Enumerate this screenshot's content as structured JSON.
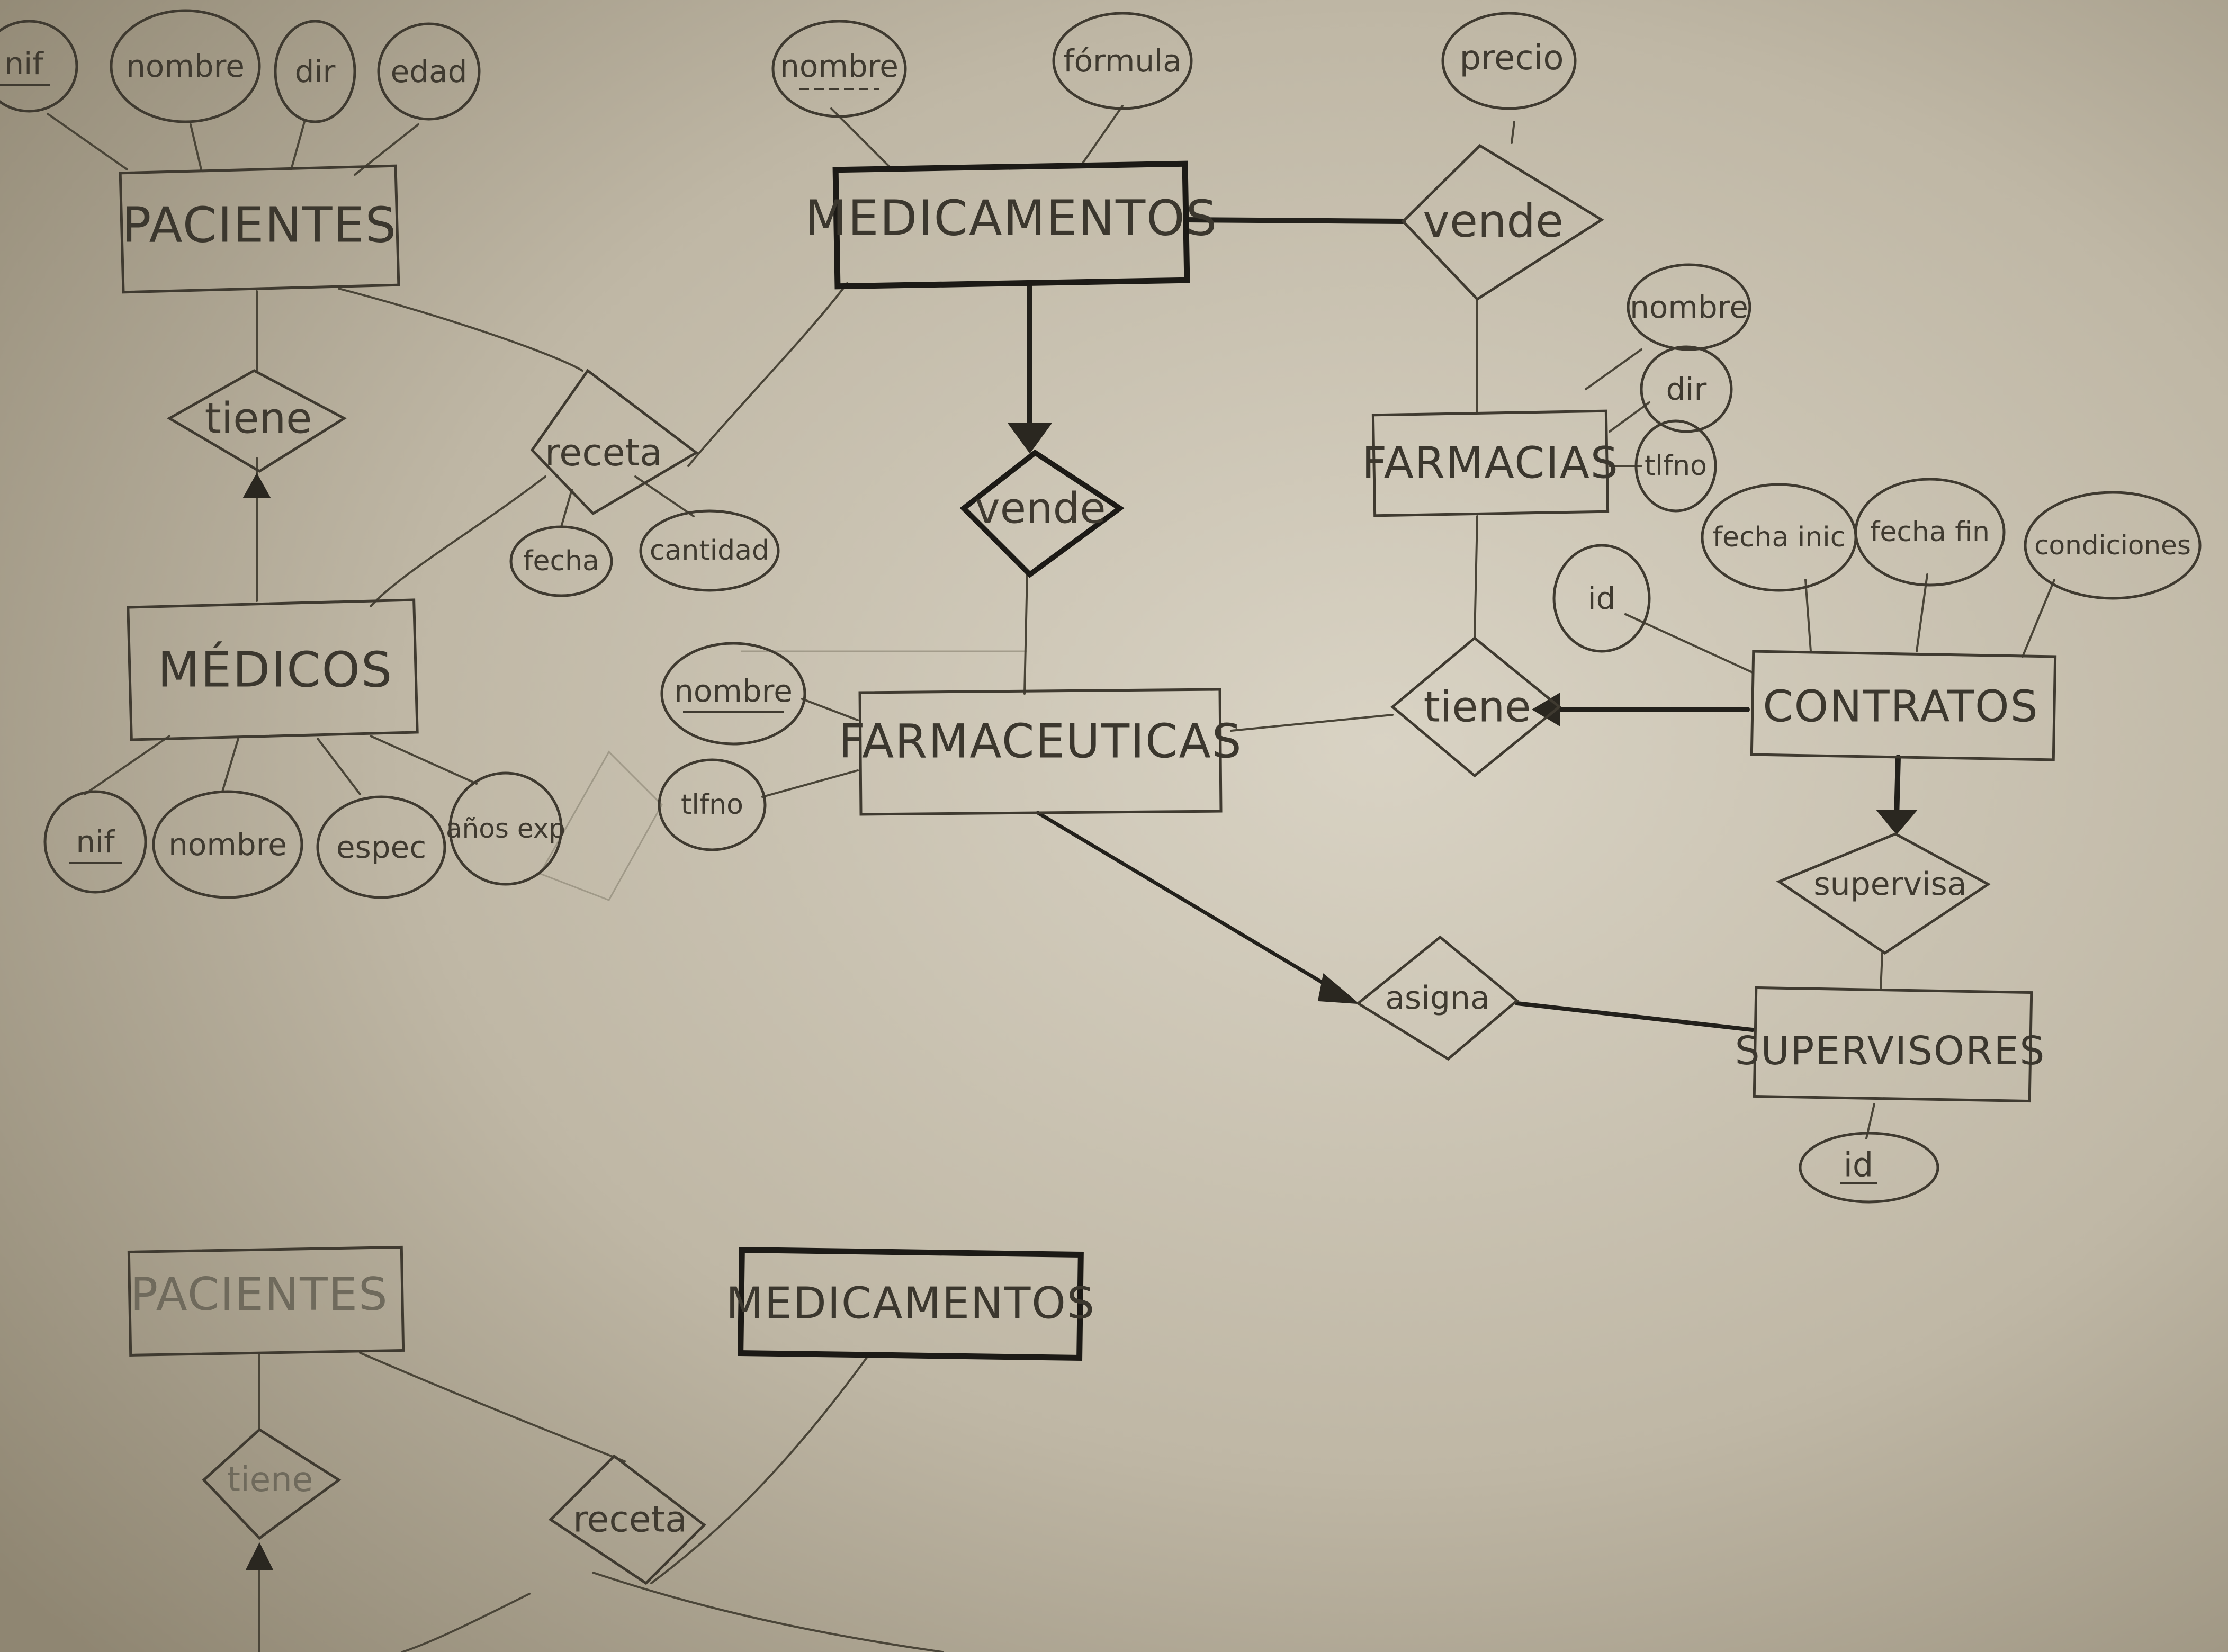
{
  "diagram": {
    "top": {
      "entities": {
        "pacientes": "PACIENTES",
        "medicamentos": "MEDICAMENTOS",
        "farmacias": "FARMACIAS",
        "medicos": "MÉDICOS",
        "farmaceuticas": "FARMACEUTICAS",
        "contratos": "CONTRATOS",
        "supervisores": "SUPERVISORES"
      },
      "relationships": {
        "pacientes_medicos": "tiene",
        "receta": "receta",
        "medicamentos_farmaceuticas": "vende",
        "medicamentos_farmacias": "vende",
        "farmaceuticas_contratos": "tiene",
        "supervisa": "supervisa",
        "asigna": "asigna"
      },
      "attributes": {
        "pacientes": [
          "nif",
          "nombre",
          "dir",
          "edad"
        ],
        "medicamentos": [
          "nombre",
          "fórmula"
        ],
        "vende_farmacias": [
          "precio"
        ],
        "farmacias": [
          "nombre",
          "dir",
          "tlfno"
        ],
        "receta": [
          "fecha",
          "cantidad"
        ],
        "medicos": [
          "nif",
          "nombre",
          "espec",
          "años exp"
        ],
        "farmaceuticas": [
          "nombre",
          "tlfno"
        ],
        "contratos": [
          "id",
          "fecha inic",
          "fecha fin",
          "condiciones"
        ],
        "supervisores": [
          "id"
        ]
      }
    },
    "bottom": {
      "entities": {
        "pacientes": "PACIENTES",
        "medicamentos": "MEDICAMENTOS"
      },
      "relationships": {
        "tiene": "tiene",
        "receta": "receta"
      }
    }
  }
}
